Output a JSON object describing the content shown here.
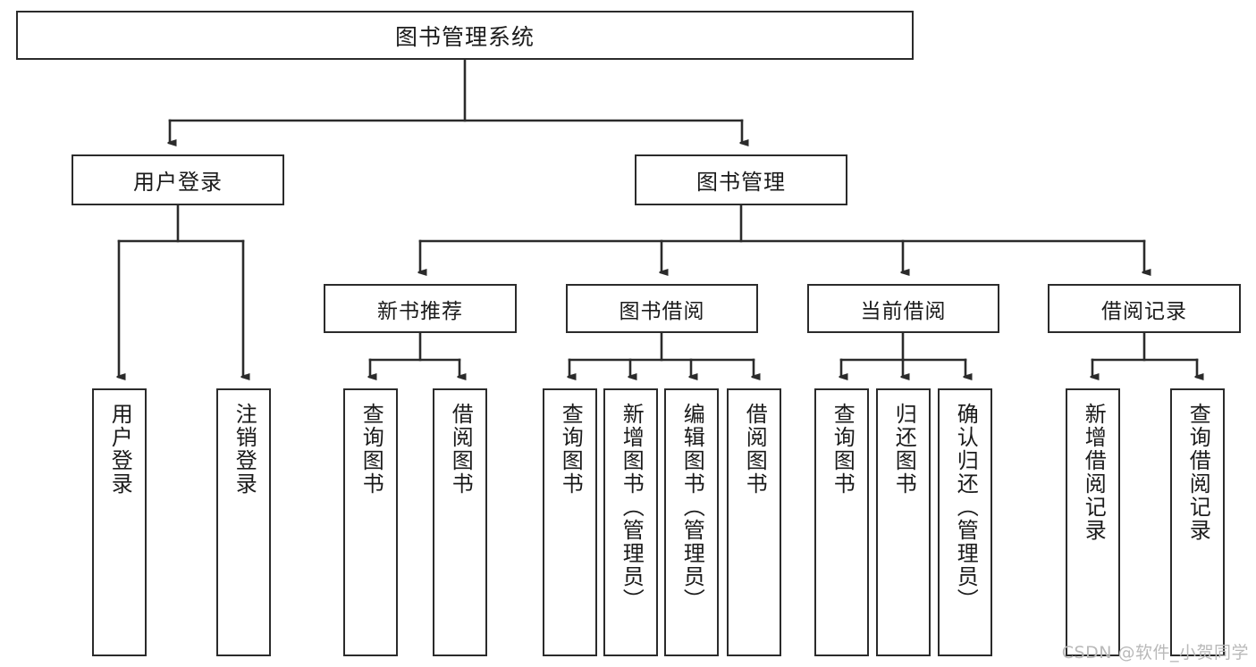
{
  "diagram": {
    "title": "图书管理系统",
    "type": "tree-hierarchy",
    "root": {
      "label": "图书管理系统"
    },
    "level1": [
      {
        "label": "用户登录"
      },
      {
        "label": "图书管理"
      }
    ],
    "level2": [
      {
        "label": "新书推荐"
      },
      {
        "label": "图书借阅"
      },
      {
        "label": "当前借阅"
      },
      {
        "label": "借阅记录"
      }
    ],
    "leaves": [
      {
        "label": "用户登录"
      },
      {
        "label": "注销登录"
      },
      {
        "label": "查询图书"
      },
      {
        "label": "借阅图书"
      },
      {
        "label": "查询图书"
      },
      {
        "label": "新增图书（管理员）"
      },
      {
        "label": "编辑图书（管理员）"
      },
      {
        "label": "借阅图书"
      },
      {
        "label": "查询图书"
      },
      {
        "label": "归还图书"
      },
      {
        "label": "确认归还（管理员）"
      },
      {
        "label": "新增借阅记录"
      },
      {
        "label": "查询借阅记录"
      }
    ]
  },
  "watermark": {
    "text": "CSDN @软件_小贺同学"
  },
  "colors": {
    "stroke": "#2b2b2b",
    "fill": "#ffffff",
    "text": "#1b1b1b",
    "watermark": "#b9b9b9"
  }
}
